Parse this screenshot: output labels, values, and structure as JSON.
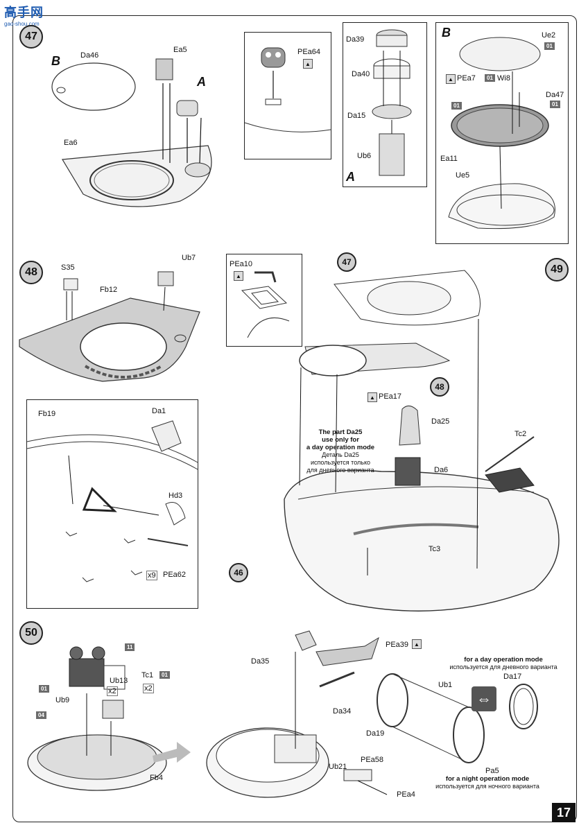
{
  "watermark": {
    "title": "高手网",
    "url": "gao-shou.com"
  },
  "page_number": "17",
  "steps": {
    "s46": "46",
    "s47": "47",
    "s48": "48",
    "s49": "49",
    "s50": "50"
  },
  "section_letters": {
    "a": "A",
    "b": "B"
  },
  "badges": {
    "b01": "01",
    "b04": "04",
    "b11": "11"
  },
  "step47": {
    "parts": {
      "da46": "Da46",
      "ea5": "Ea5",
      "ea6": "Ea6",
      "pea64": "PEa64",
      "da39": "Da39",
      "da40": "Da40",
      "da15": "Da15",
      "ub6": "Ub6",
      "ue2": "Ue2",
      "pea7": "PEa7",
      "wi8": "Wi8",
      "da47": "Da47",
      "ea11": "Ea11",
      "ue5": "Ue5"
    }
  },
  "step48": {
    "parts": {
      "s35": "S35",
      "fb12": "Fb12",
      "ub7": "Ub7"
    }
  },
  "step49": {
    "parts": {
      "pea10": "PEa10",
      "pea17": "PEa17",
      "da25": "Da25",
      "da6": "Da6",
      "tc2": "Tc2",
      "tc3": "Tc3",
      "fb19": "Fb19",
      "da1": "Da1",
      "hd3": "Hd3",
      "pea62": "PEa62",
      "x9": "x9"
    },
    "note_en": [
      "The part Da25",
      "use only for",
      "a day operation mode"
    ],
    "note_ru": [
      "Деталь Da25",
      "используется только",
      "для дневного варианта"
    ]
  },
  "step50": {
    "parts": {
      "ub9": "Ub9",
      "ub13": "Ub13",
      "tc1": "Tc1",
      "fb4": "Fb4",
      "da35": "Da35",
      "pea39": "PEa39",
      "da34": "Da34",
      "ub1": "Ub1",
      "da19": "Da19",
      "ub21": "Ub21",
      "pea58": "PEa58",
      "pea4": "PEa4",
      "pa5": "Pa5",
      "da17": "Da17",
      "x2a": "x2",
      "x2b": "x2"
    },
    "day_en": "for a day operation mode",
    "day_ru": "используется для дневного варианта",
    "night_en": "for a night operation mode",
    "night_ru": "используется для ночного варианта"
  }
}
